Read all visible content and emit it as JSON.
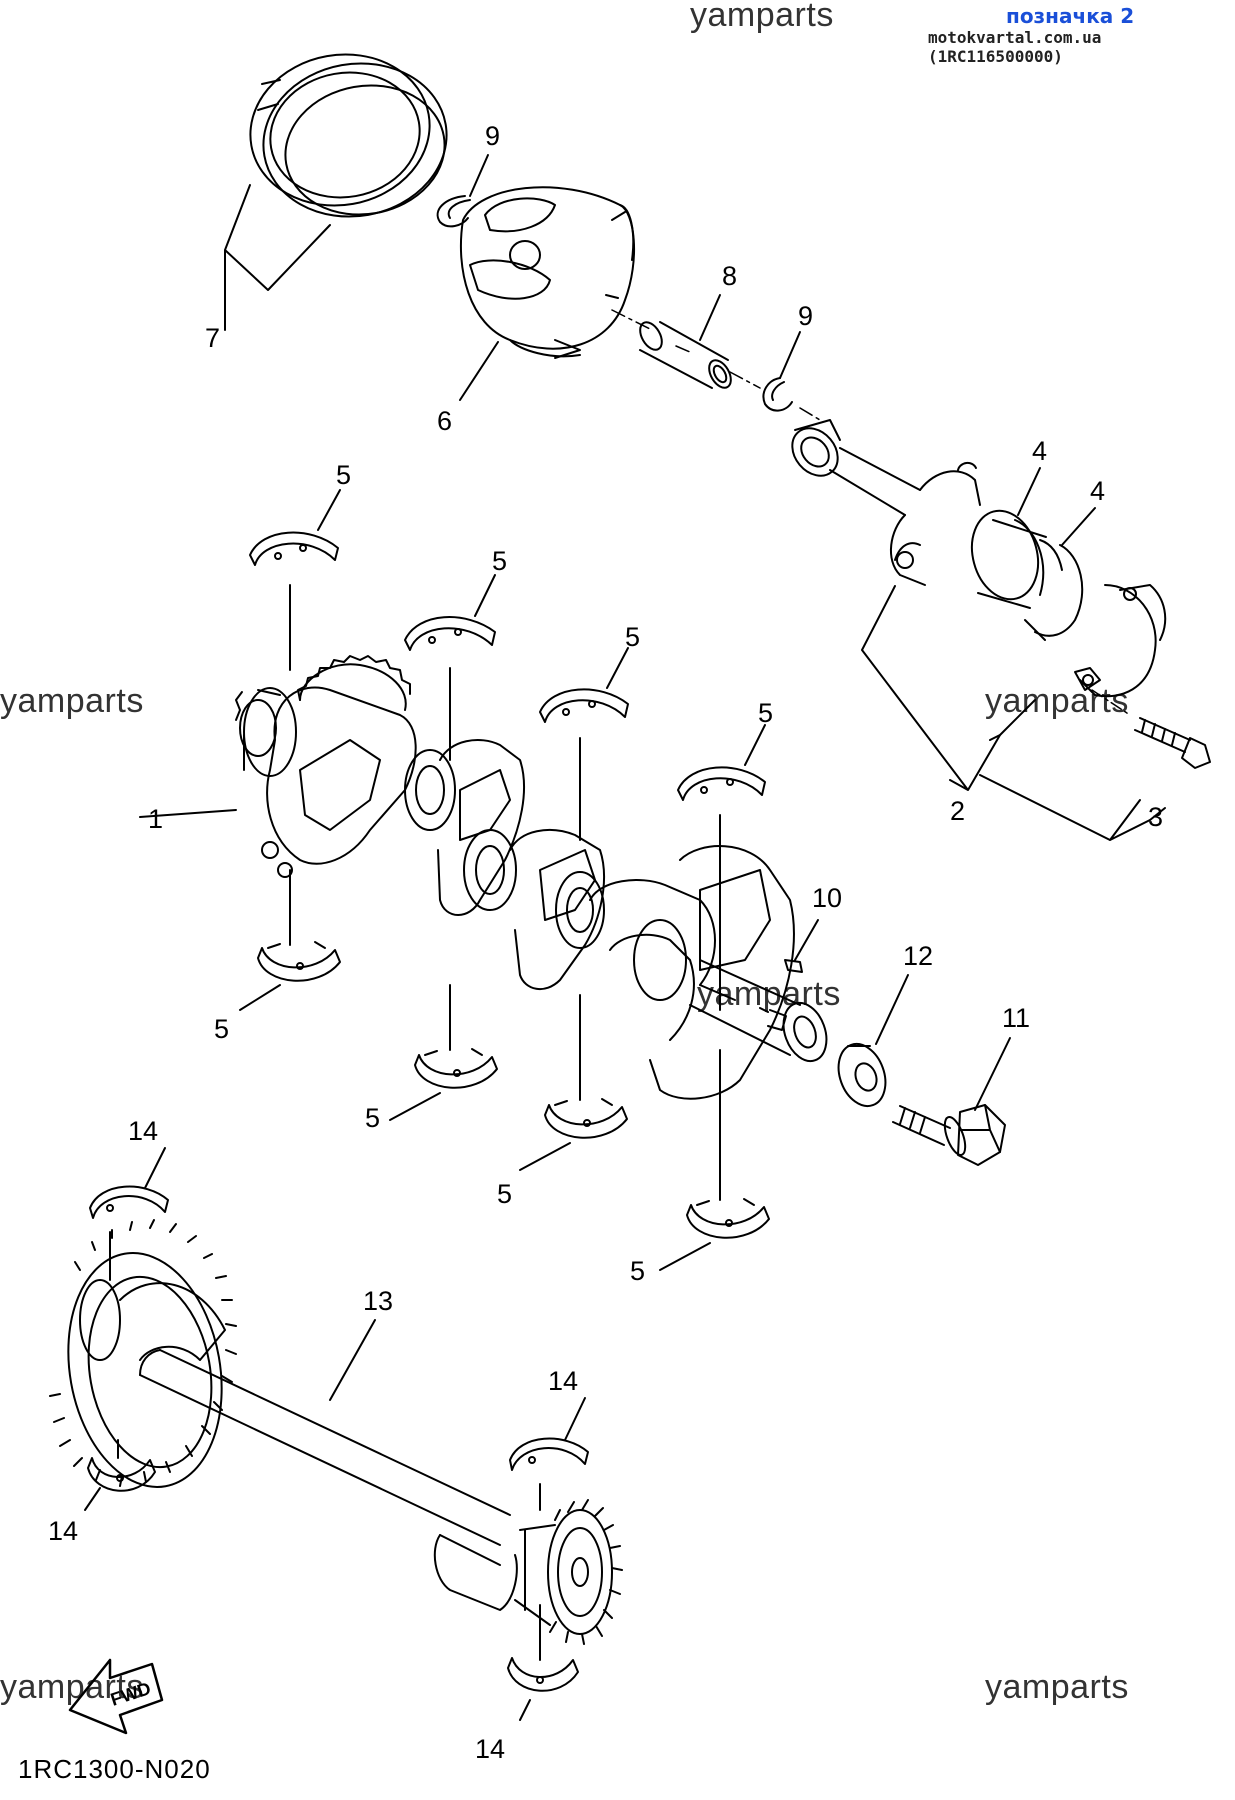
{
  "header": {
    "watermark_top": "yamparts",
    "marker_label": "позначка 2",
    "source_line": "motokvartal.com.ua (1RC116500000)"
  },
  "watermarks": {
    "left_mid": "yamparts",
    "right_mid": "yamparts",
    "center": "yamparts",
    "bottom_left": "yamparts",
    "bottom_right": "yamparts"
  },
  "diagram_code": "1RC1300-N020",
  "fwd_label": "FWD",
  "callouts": {
    "c1": "1",
    "c2": "2",
    "c3": "3",
    "c4a": "4",
    "c4b": "4",
    "c5a": "5",
    "c5b": "5",
    "c5c": "5",
    "c5d": "5",
    "c5e": "5",
    "c5f": "5",
    "c5g": "5",
    "c5h": "5",
    "c6": "6",
    "c7": "7",
    "c8": "8",
    "c9a": "9",
    "c9b": "9",
    "c10": "10",
    "c11": "11",
    "c12": "12",
    "c13": "13",
    "c14a": "14",
    "c14b": "14",
    "c14c": "14",
    "c14d": "14"
  },
  "colors": {
    "line": "#000000",
    "marker": "#1a4fd8"
  }
}
